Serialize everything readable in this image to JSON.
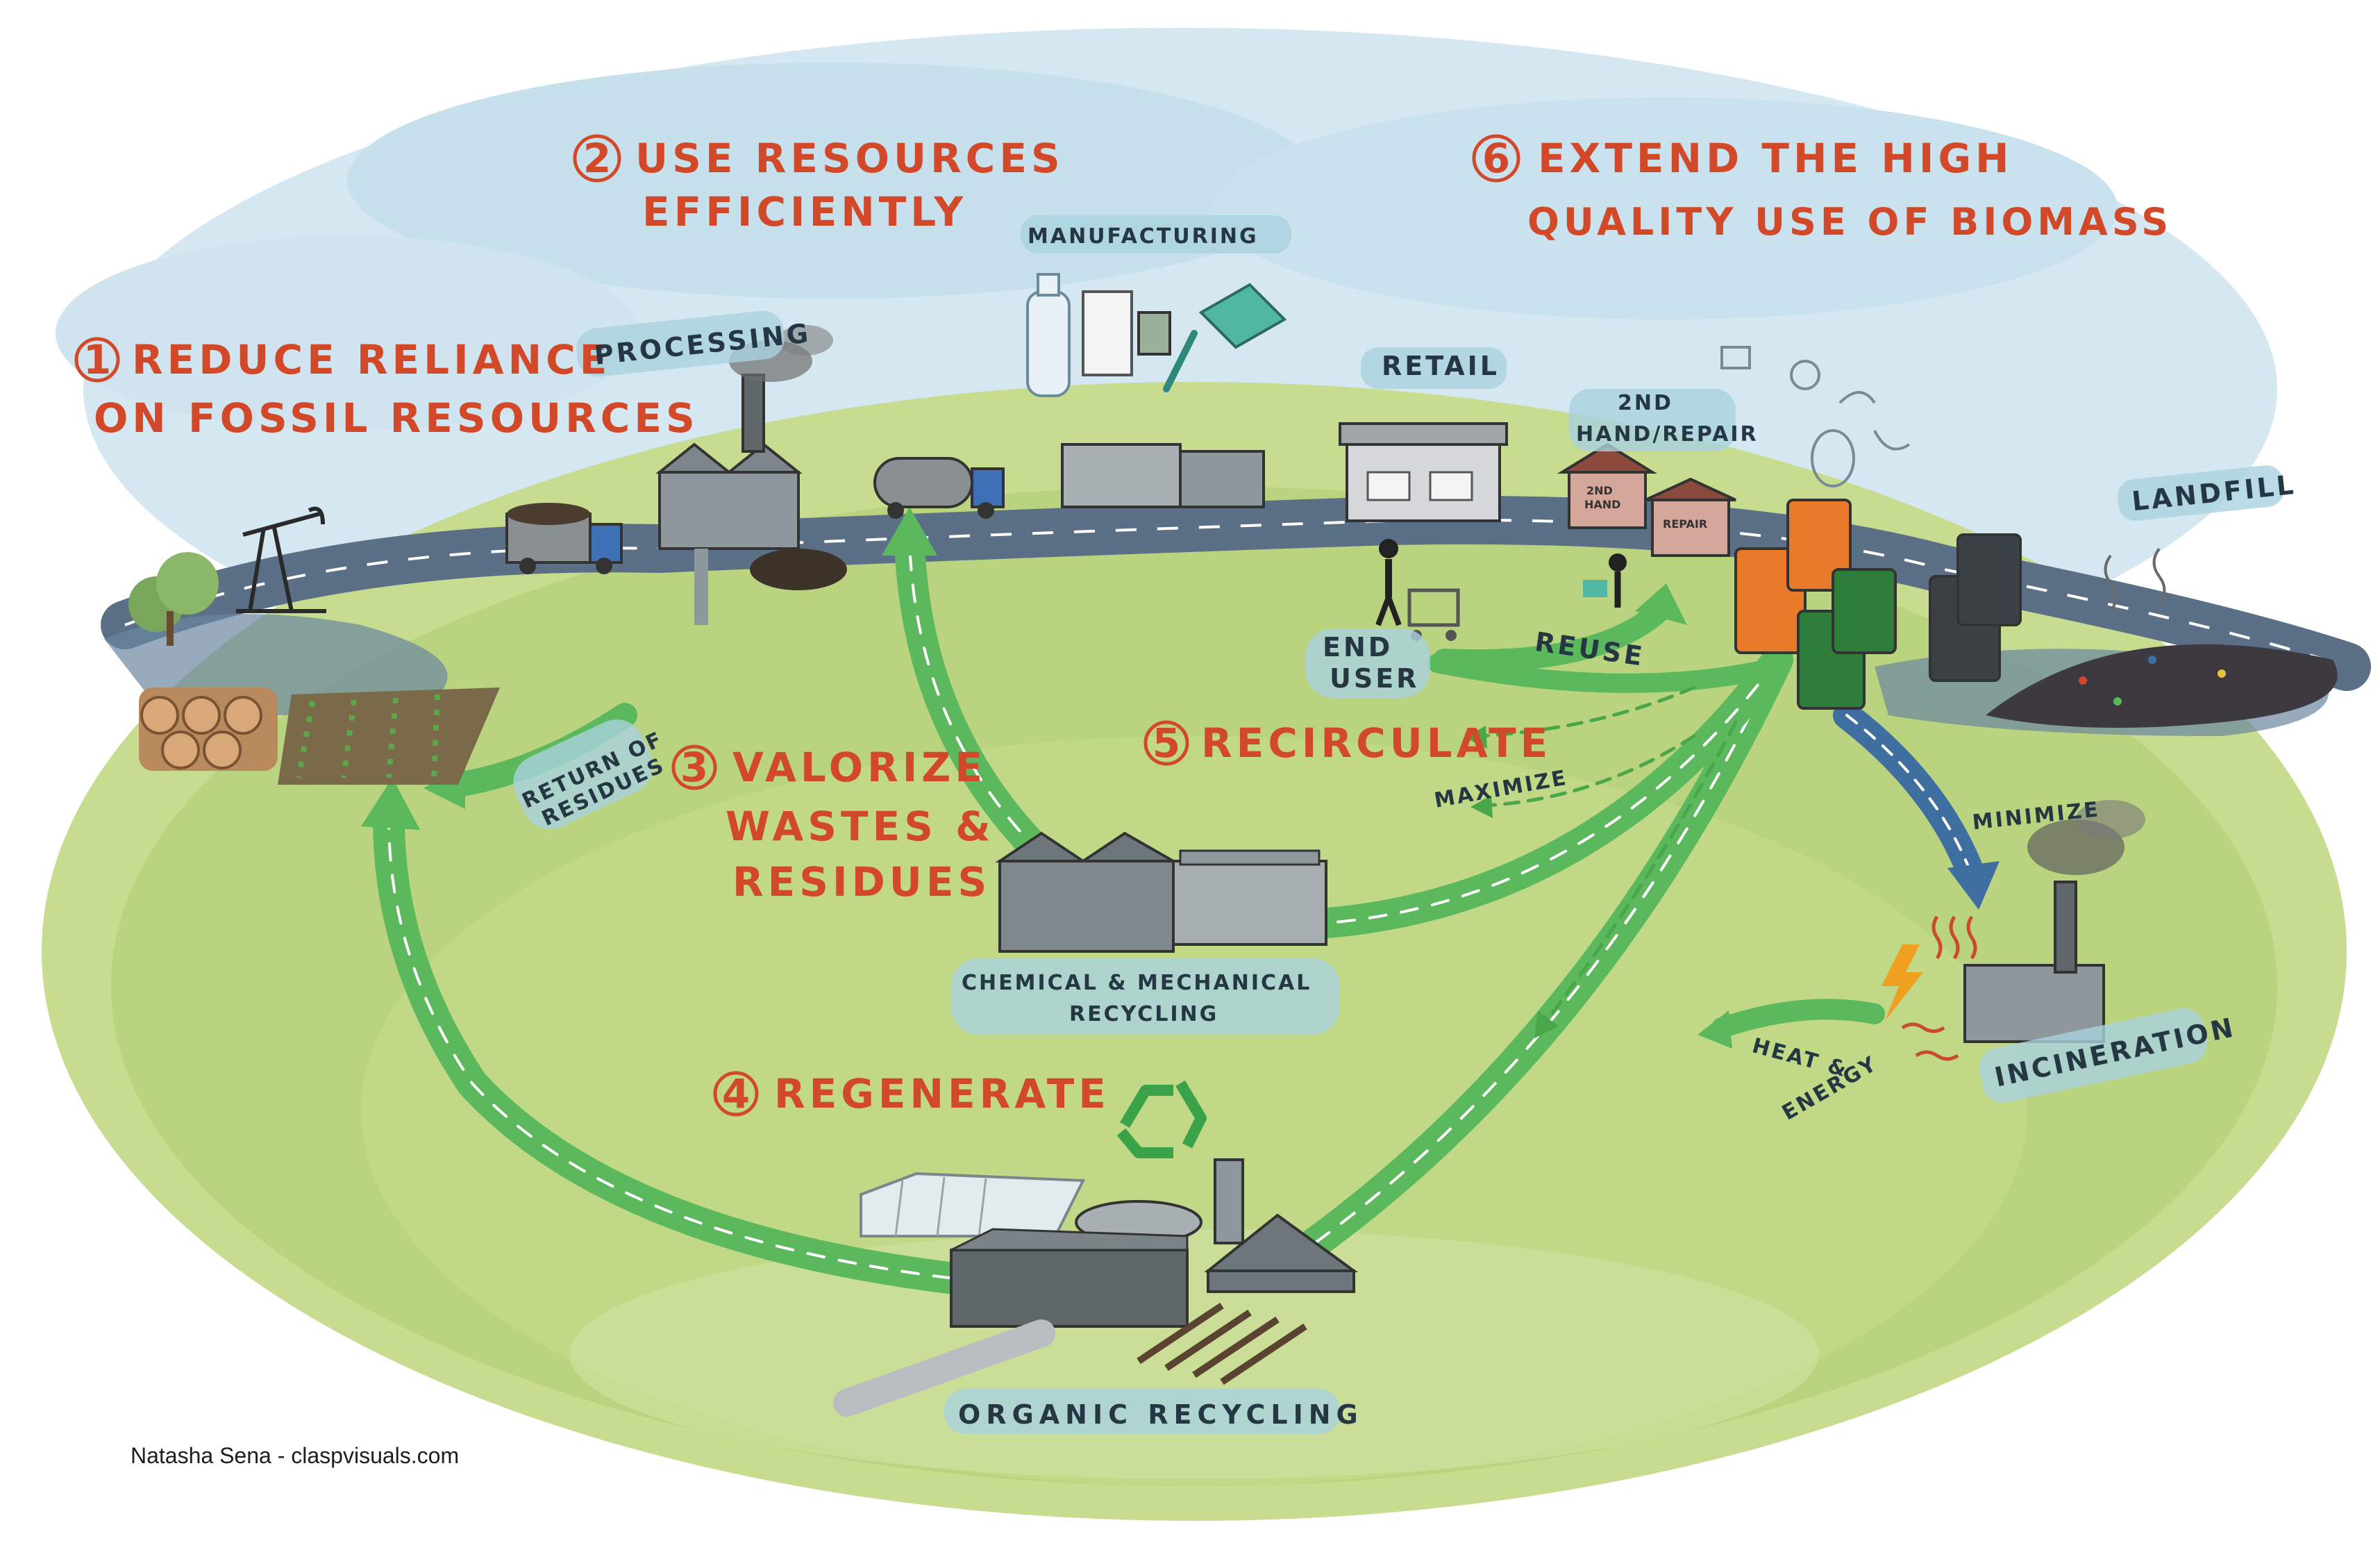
{
  "steps": [
    {
      "number": "1",
      "text_line1": "REDUCE RELIANCE",
      "text_line2": "ON FOSSIL RESOURCES"
    },
    {
      "number": "2",
      "text_line1": "USE RESOURCES",
      "text_line2": "EFFICIENTLY"
    },
    {
      "number": "3",
      "text_line1": "VALORIZE",
      "text_line2": "WASTES &",
      "text_line3": "RESIDUES"
    },
    {
      "number": "4",
      "text_line1": "REGENERATE"
    },
    {
      "number": "5",
      "text_line1": "RECIRCULATE"
    },
    {
      "number": "6",
      "text_line1": "EXTEND THE HIGH",
      "text_line2": "QUALITY USE OF BIOMASS"
    }
  ],
  "labels": {
    "processing": "PROCESSING",
    "manufacturing": "MANUFACTURING",
    "retail": "RETAIL",
    "second_hand_line1": "2ND",
    "second_hand_line2": "HAND/REPAIR",
    "shop_2nd_line1": "2ND",
    "shop_2nd_line2": "HAND",
    "shop_repair": "REPAIR",
    "landfill": "LANDFILL",
    "end_user_line1": "END",
    "end_user_line2": "USER",
    "reuse": "REUSE",
    "maximize": "MAXIMIZE",
    "minimize": "MINIMIZE",
    "return_of_residues_line1": "RETURN OF",
    "return_of_residues_line2": "RESIDUES",
    "chemical_line1": "CHEMICAL & MECHANICAL",
    "chemical_line2": "RECYCLING",
    "heat_line1": "HEAT &",
    "heat_line2": "ENERGY",
    "incineration": "INCINERATION",
    "organic_recycling": "ORGANIC RECYCLING"
  },
  "credit": "Natasha Sena - claspvisuals.com",
  "colors": {
    "title": "#d2492a",
    "label_text": "#243742",
    "label_highlight": "#a9d3df",
    "sky": "#cfe4ee",
    "grass": "#b9d37e",
    "road": "#5b6f86",
    "arrow_green": "#5cb85c",
    "arrow_blue": "#3f6fa0",
    "building": "#8e979c",
    "bin_orange": "#e87b2a",
    "bin_green": "#2f7d3a",
    "bin_black": "#3b4145",
    "recycle_green": "#3aa34a"
  },
  "icons": [
    "oil-pump-icon",
    "log-pile-icon",
    "truck-icon",
    "factory-icon",
    "bottle-icon",
    "cup-icon",
    "toothbrush-icon",
    "container-icon",
    "shop-icon",
    "waste-bin-icon",
    "recycle-icon",
    "chimney-icon",
    "heat-wave-icon",
    "lightning-icon",
    "greenhouse-icon",
    "digester-icon",
    "person-icon",
    "shopping-cart-icon"
  ]
}
